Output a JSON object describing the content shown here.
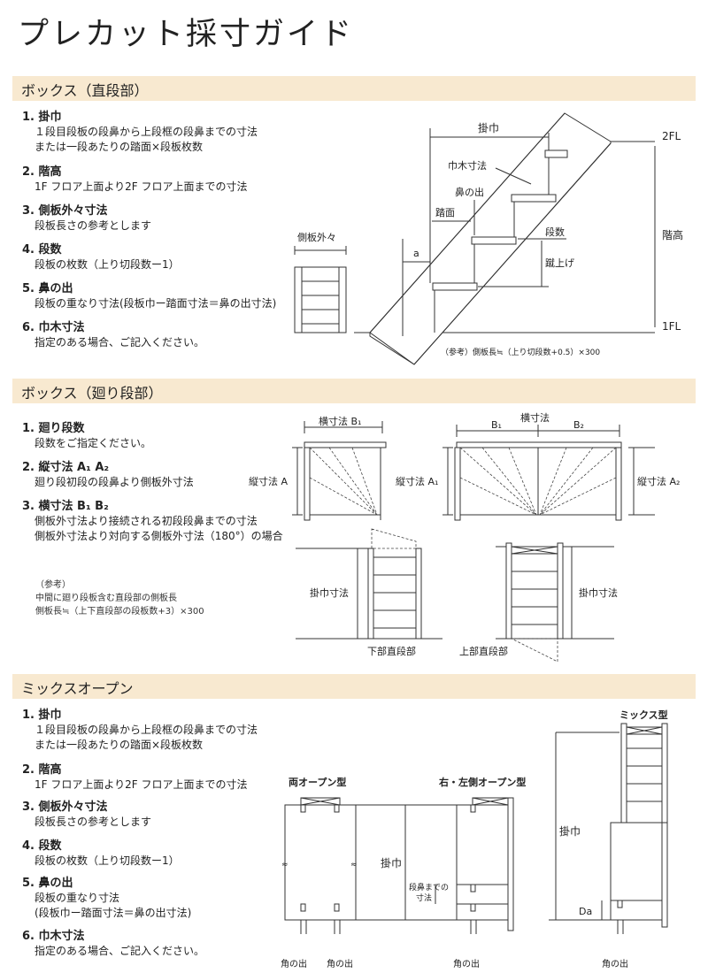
{
  "page_title": "プレカット採寸ガイド",
  "sections": [
    {
      "title": "ボックス（直段部）",
      "items": [
        {
          "head": "1. 掛巾",
          "lines": [
            "１段目段板の段鼻から上段框の段鼻までの寸法",
            "または一段あたりの踏面×段板枚数"
          ]
        },
        {
          "head": "2. 階高",
          "lines": [
            "1F フロア上面より2F フロア上面までの寸法"
          ]
        },
        {
          "head": "3. 側板外々寸法",
          "lines": [
            "段板長さの参考とします"
          ]
        },
        {
          "head": "4. 段数",
          "lines": [
            "段板の枚数（上り切段数ー1）"
          ]
        },
        {
          "head": "5. 鼻の出",
          "lines": [
            "段板の重なり寸法(段板巾ー踏面寸法＝鼻の出寸法)"
          ]
        },
        {
          "head": "6. 巾木寸法",
          "lines": [
            "指定のある場合、ご記入ください。"
          ]
        }
      ],
      "diagram": {
        "kakehaba": "掛巾",
        "fl2": "2FL",
        "fl1": "1FL",
        "habaki": "巾木寸法",
        "hananode": "鼻の出",
        "fumizura": "踏面",
        "dansu": "段数",
        "kaidaka": "階高",
        "keage": "蹴上げ",
        "gawaita": "側板外々",
        "a": "a",
        "note": "（参考）側板長≒（上り切段数+0.5）×300"
      }
    },
    {
      "title": "ボックス（廻り段部）",
      "items": [
        {
          "head": "1. 廻り段数",
          "lines": [
            "段数をご指定ください。"
          ]
        },
        {
          "head": "2. 縦寸法 A₁ A₂",
          "lines": [
            "廻り段初段の段鼻より側板外寸法"
          ]
        },
        {
          "head": "3. 横寸法 B₁ B₂",
          "lines": [
            "側板外寸法より接続される初段段鼻までの寸法",
            "側板外寸法より対向する側板外寸法（180°）の場合"
          ]
        }
      ],
      "note_lines": [
        "（参考）",
        "中間に廻り段板含む直段部の側板長",
        "側板長≒（上下直段部の段板数+3）×300"
      ],
      "diagram": {
        "yoko_b1": "横寸法 B₁",
        "tate_a": "縦寸法 A",
        "yoko": "横寸法",
        "b1": "B₁",
        "b2": "B₂",
        "tate_a1": "縦寸法 A₁",
        "tate_a2": "縦寸法 A₂",
        "kakehaba_sunpo": "掛巾寸法",
        "kabu": "下部直段部",
        "jobu": "上部直段部"
      }
    },
    {
      "title": "ミックスオープン",
      "items": [
        {
          "head": "1. 掛巾",
          "lines": [
            "１段目段板の段鼻から上段框の段鼻までの寸法",
            "または一段あたりの踏面×段板枚数"
          ]
        },
        {
          "head": "2. 階高",
          "lines": [
            "1F フロア上面より2F フロア上面までの寸法"
          ]
        },
        {
          "head": "3. 側板外々寸法",
          "lines": [
            "段板長さの参考とします"
          ]
        },
        {
          "head": "4. 段数",
          "lines": [
            "段板の枚数（上り切段数ー1）"
          ]
        },
        {
          "head": "5. 鼻の出",
          "lines": [
            "段板の重なり寸法",
            "(段板巾ー踏面寸法＝鼻の出寸法)"
          ]
        },
        {
          "head": "6. 巾木寸法",
          "lines": [
            "指定のある場合、ご記入ください。"
          ]
        }
      ],
      "diagram": {
        "ryo_open": "両オープン型",
        "migi_open": "右・左側オープン型",
        "mix": "ミックス型",
        "kakehaba": "掛巾",
        "danbana1": "段鼻までの",
        "danbana2": "寸法",
        "kado": "角の出",
        "da": "Da"
      }
    }
  ]
}
